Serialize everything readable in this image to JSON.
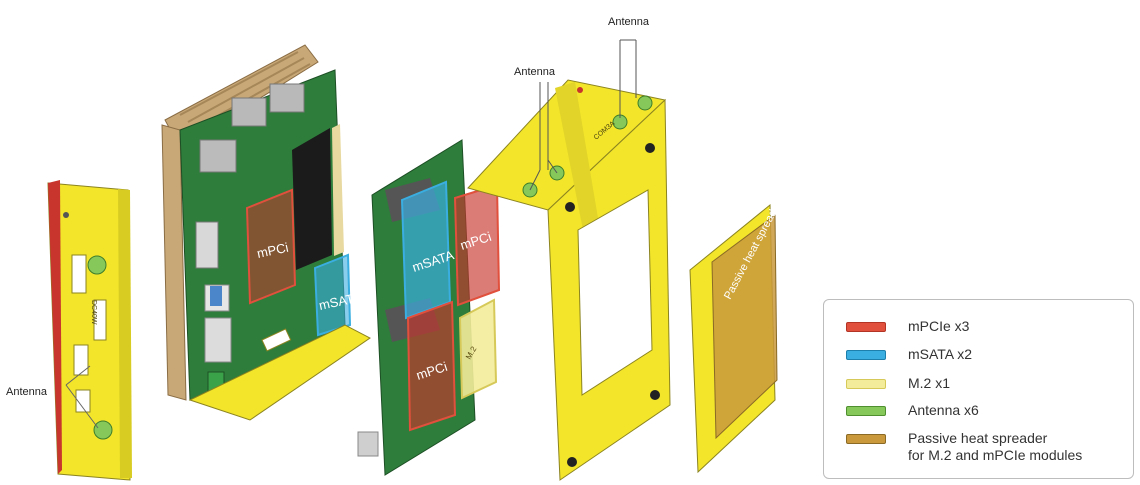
{
  "callouts": {
    "antenna_top_right": "Antenna",
    "antenna_top_mid": "Antenna",
    "antenna_left": "Antenna"
  },
  "board_labels": {
    "mpci_main": "mPCi",
    "msata_main": "mSATA",
    "msata_mid": "mSATA",
    "mpci_mid_top": "mPCi",
    "mpci_mid_bottom": "mPCi",
    "m2": "M.2",
    "heat_spreader": "Passive heat spreader",
    "bracket_text": "DC40W",
    "enclosure_text": "COM3A"
  },
  "legend": {
    "items": [
      {
        "label": "mPCIe x3",
        "color": "#e0503c"
      },
      {
        "label": "mSATA x2",
        "color": "#3aaee0"
      },
      {
        "label": "M.2 x1",
        "color": "#f3ec9a"
      },
      {
        "label": "Antenna x6",
        "color": "#86c95a"
      },
      {
        "label": "Passive heat spreader\nfor M.2 and mPCIe modules",
        "color": "#c9993c"
      }
    ]
  },
  "colors": {
    "yellow_metal": "#f2e52a",
    "pcb_green": "#2e7d3b",
    "heatsink_tan": "#c9a877"
  }
}
